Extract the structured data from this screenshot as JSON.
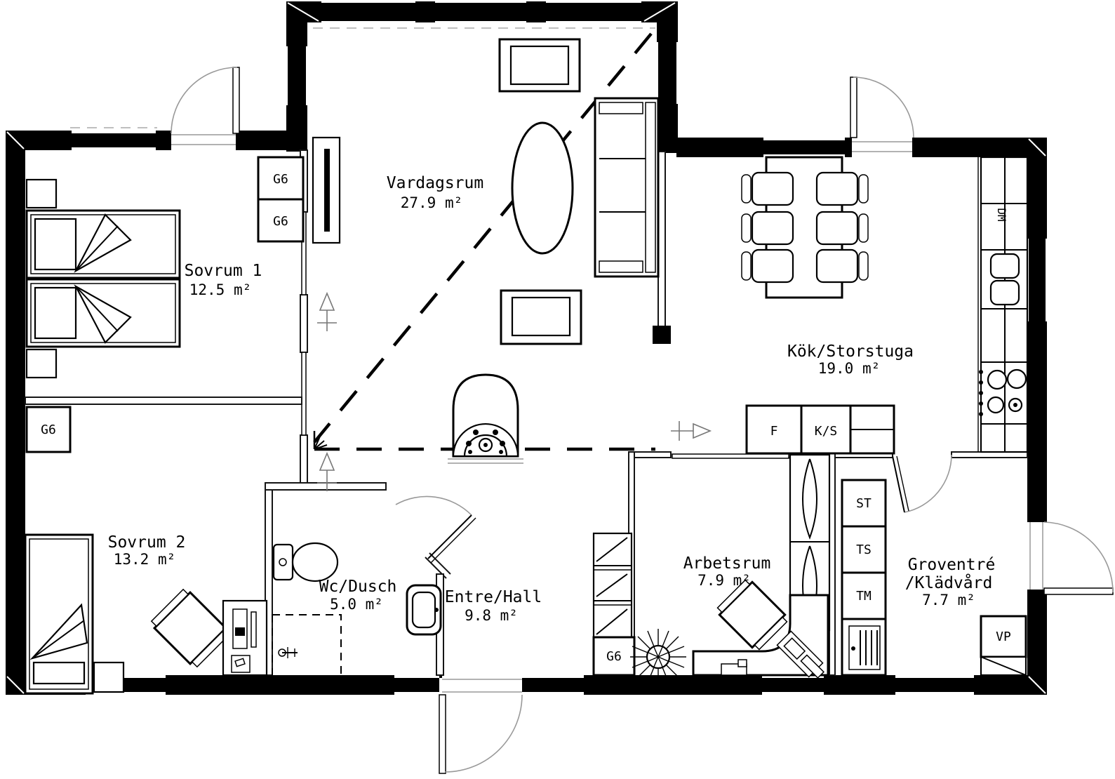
{
  "plan": {
    "rooms": {
      "vardagsrum": {
        "name": "Vardagsrum",
        "area": "27.9 m²"
      },
      "sovrum1": {
        "name": "Sovrum 1",
        "area": "12.5 m²"
      },
      "sovrum2": {
        "name": "Sovrum 2",
        "area": "13.2 m²"
      },
      "wc_dusch": {
        "name": "Wc/Dusch",
        "area": "5.0 m²"
      },
      "entre_hall": {
        "name": "Entre/Hall",
        "area": "9.8 m²"
      },
      "kok_storstuga": {
        "name": "Kök/Storstuga",
        "area": "19.0 m²"
      },
      "arbetsrum": {
        "name": "Arbetsrum",
        "area": "7.9 m²"
      },
      "groventre": {
        "name": "Groventré",
        "name_line2": "/Klädvård",
        "area": "7.7 m²"
      }
    },
    "labels": {
      "wardrobe": "G6",
      "fridge": "F",
      "freezer_pantry": "K/S",
      "cleaning_cabinet": "ST",
      "drying_cabinet": "TS",
      "washing_machine": "TM",
      "heat_pump": "VP",
      "dishwasher": "DM"
    }
  }
}
